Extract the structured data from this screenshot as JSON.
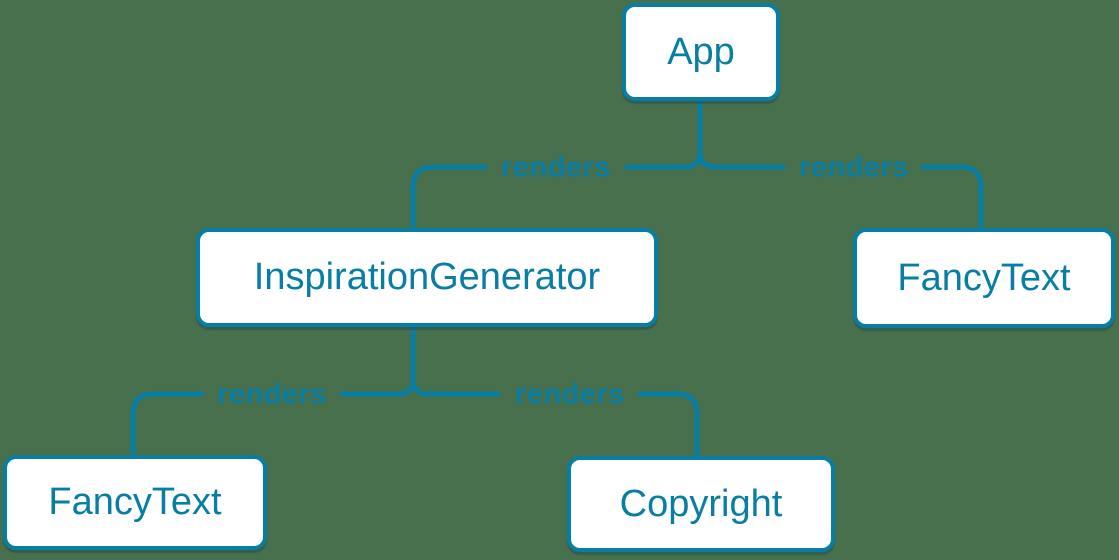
{
  "canvas": {
    "background_color": "#49704D",
    "accent_color": "#087EA4",
    "node_fill_color": "#FFFFFF"
  },
  "diagram": {
    "type": "render-tree",
    "nodes": [
      {
        "id": "app",
        "label": "App"
      },
      {
        "id": "inspiration-generator",
        "label": "InspirationGenerator"
      },
      {
        "id": "fancy-text-right",
        "label": "FancyText"
      },
      {
        "id": "fancy-text-left",
        "label": "FancyText"
      },
      {
        "id": "copyright",
        "label": "Copyright"
      }
    ],
    "edges": [
      {
        "from": "App",
        "to": "InspirationGenerator",
        "label": "renders"
      },
      {
        "from": "App",
        "to": "FancyText",
        "label": "renders"
      },
      {
        "from": "InspirationGenerator",
        "to": "FancyText",
        "label": "renders"
      },
      {
        "from": "InspirationGenerator",
        "to": "Copyright",
        "label": "renders"
      }
    ]
  }
}
